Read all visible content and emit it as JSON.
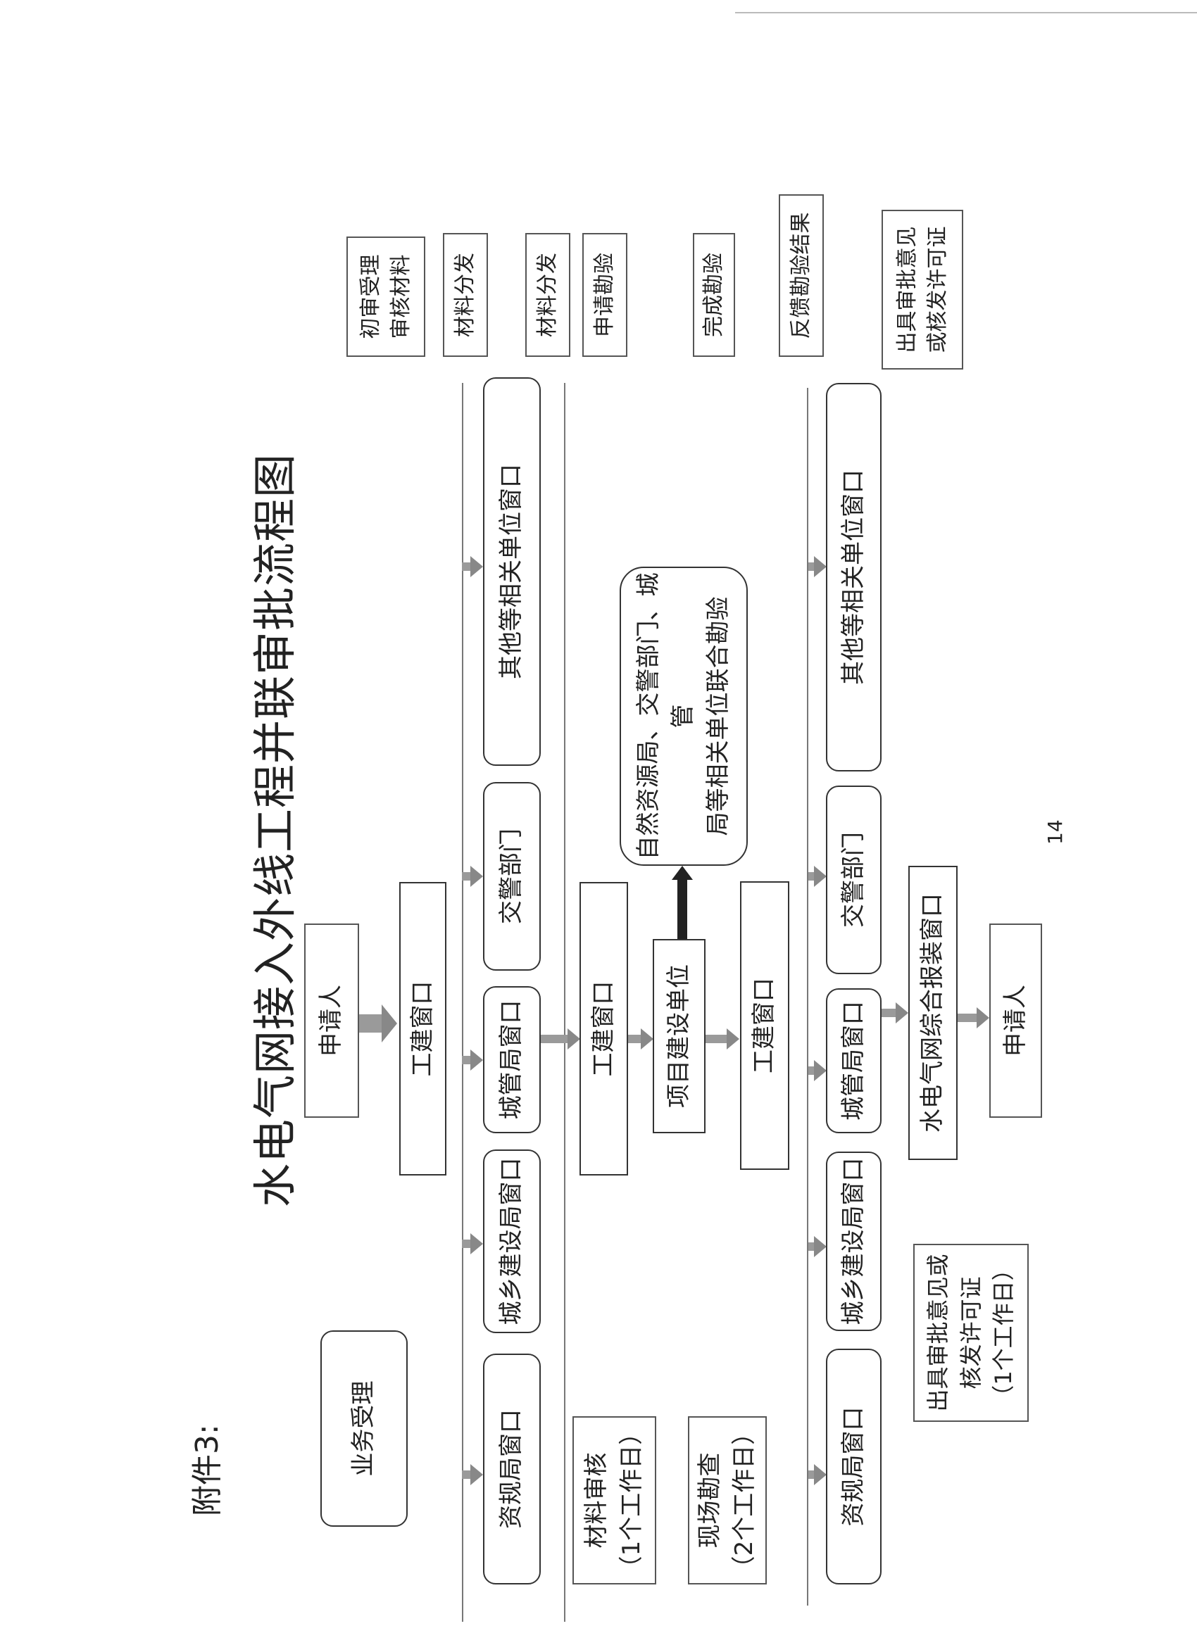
{
  "attachment_label": "附件3:",
  "title": "水电气网接入外线工程并联审批流程图",
  "page_number": "14",
  "stage_business": "业务受理",
  "applicant_top": "申请人",
  "window_gongjian_1": "工建窗口",
  "window_gongjian_2": "工建窗口",
  "window_gongjian_3": "工建窗口",
  "project_unit": "项目建设单位",
  "joint_inspection": {
    "line1": "自然资源局、交警部门、城管",
    "line2": "局等相关单位联合勘验"
  },
  "row1": {
    "zigui": "资规局窗口",
    "chengxiang": "城乡建设局窗口",
    "chengguan": "城管局窗口",
    "jiaojing": "交警部门",
    "other": "其他等相关单位窗口"
  },
  "row2": {
    "zigui": "资规局窗口",
    "chengxiang": "城乡建设局窗口",
    "chengguan": "城管局窗口",
    "jiaojing": "交警部门",
    "other": "其他等相关单位窗口"
  },
  "material_review": {
    "line1": "材料审核",
    "line2": "（1个工作日）"
  },
  "site_inspection": {
    "line1": "现场勘查",
    "line2": "（2个工作日）"
  },
  "issue_approval": {
    "line1": "出具审批意见或",
    "line2": "核发许可证",
    "line3": "（1个工作日）"
  },
  "utility_window": "水电气网综合报装窗口",
  "applicant_bottom": "申请人",
  "right_labels": {
    "initial": {
      "line1": "初审受理",
      "line2": "审核材料"
    },
    "distribute1": "材料分发",
    "distribute2": "材料分发",
    "apply_inspection": "申请勘验",
    "complete_inspection": "完成勘验",
    "feedback": "反馈勘验结果",
    "issue": {
      "line1": "出具审批意见",
      "line2": "或核发许可证"
    }
  }
}
